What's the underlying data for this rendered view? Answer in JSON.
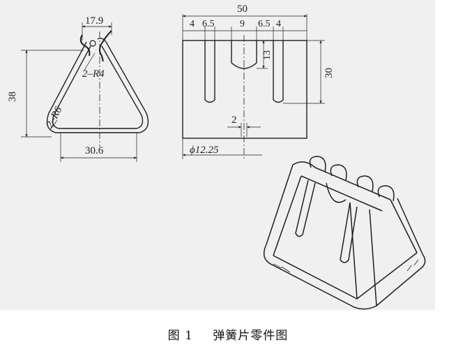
{
  "figure": {
    "caption_number": "图 1",
    "caption_title": "弹簧片零件图"
  },
  "front_view": {
    "top_width": "17.9",
    "height": "38",
    "top_radius": "2–R4",
    "bottom_radius": "2–R6",
    "bottom_width": "30.6"
  },
  "developed_view": {
    "total_width": "50",
    "segments": [
      "4",
      "6.5",
      "9",
      "6.5",
      "4"
    ],
    "slot_depth": "13",
    "slot_length": "30",
    "gap": "2",
    "hole": "ϕ12.25"
  },
  "colors": {
    "paper": "#f0f0f0",
    "line": "#1e1e1e"
  }
}
